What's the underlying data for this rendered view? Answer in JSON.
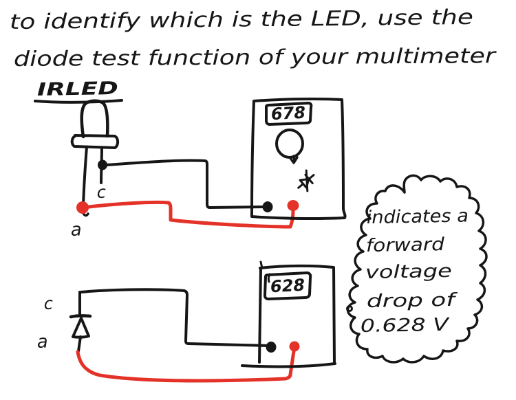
{
  "caption": {
    "line1": "to identify which is the LED, use the",
    "line2": "diode test function of your multimeter"
  },
  "component_label": "IRLED",
  "circuit_pictorial": {
    "cathode_label": "c",
    "anode_label": "a",
    "meter_display": "678"
  },
  "circuit_schematic": {
    "cathode_label": "c",
    "anode_label": "a",
    "meter_display": "628"
  },
  "annotation": {
    "lines": [
      "indicates a",
      "forward",
      "voltage",
      "drop of",
      "0.628 V"
    ]
  },
  "colors": {
    "ink": "#161616",
    "positive_wire": "#e53228"
  }
}
